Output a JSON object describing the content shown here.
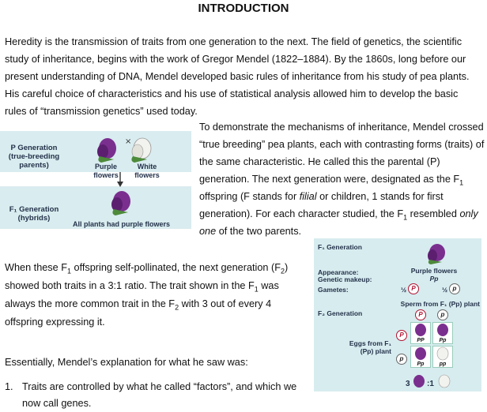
{
  "title": "INTRODUCTION",
  "intro": "Heredity is the transmission of traits from one generation to the next.  The field of genetics, the scientific study of inheritance, begins with the work of Gregor Mendel (1822–1884). By the 1860s, long before our present understanding of DNA, Mendel developed basic rules of inheritance from his study of pea plants. His careful choice of characteristics and his use of statistical analysis allowed him to develop the basic rules of “transmission genetics” used today.",
  "para2": {
    "a": "To demonstrate the mechanisms of inheritance, Mendel crossed “true breeding” pea plants, each with contrasting forms (traits) of the same characteristic. He called this the parental (P) generation. The next generation were, designated as the F",
    "sub1": "1",
    "b": " offspring (F stands for ",
    "filial": "filial",
    "c": " or children, 1 stands for first generation). For each character studied, the F",
    "sub2": "1",
    "d": " resembled ",
    "only": "only one",
    "e": " of the two parents."
  },
  "para3": {
    "a": "When these F",
    "sub1": "1",
    "b": " offspring self-pollinated, the next generation (F",
    "sub2": "2",
    "c": ") showed both traits in a 3:1 ratio. The trait shown in the F",
    "sub3": "1",
    "d": " was always the more common trait in the F",
    "sub4": "2",
    "e": " with 3 out of every 4 offspring expressing it."
  },
  "para4": "Essentially, Mendel’s explanation for what he saw was:",
  "list": [
    {
      "num": "1.",
      "text": "Traits are controlled by what he called “factors”, and which we now call genes."
    }
  ],
  "fig1": {
    "p_gen": "P Generation",
    "p_gen_sub": "(true-breeding parents)",
    "purple": "Purple flowers",
    "white": "White flowers",
    "cross": "×",
    "f1_gen": "F₁ Generation",
    "f1_gen_sub": "(hybrids)",
    "caption": "All plants had purple flowers"
  },
  "fig2": {
    "f1_gen": "F₁ Generation",
    "appearance": "Appearance:",
    "makeup": "Genetic makeup:",
    "gametes": "Gametes:",
    "purple": "Purple flowers",
    "genotype": "Pp",
    "half1": "½",
    "half2": "½",
    "P": "P",
    "p": "p",
    "sperm": "Sperm from F₁ (Pp) plant",
    "f2_gen": "F₂ Generation",
    "eggs": "Eggs from F₁ (Pp) plant",
    "cells": [
      "PP",
      "Pp",
      "Pp",
      "pp"
    ],
    "ratio_3": "3",
    "ratio_1": ":1"
  },
  "colors": {
    "purple": "#7a2f8f",
    "band": "#d9ecef",
    "white_flower": "#f2f2ee"
  }
}
